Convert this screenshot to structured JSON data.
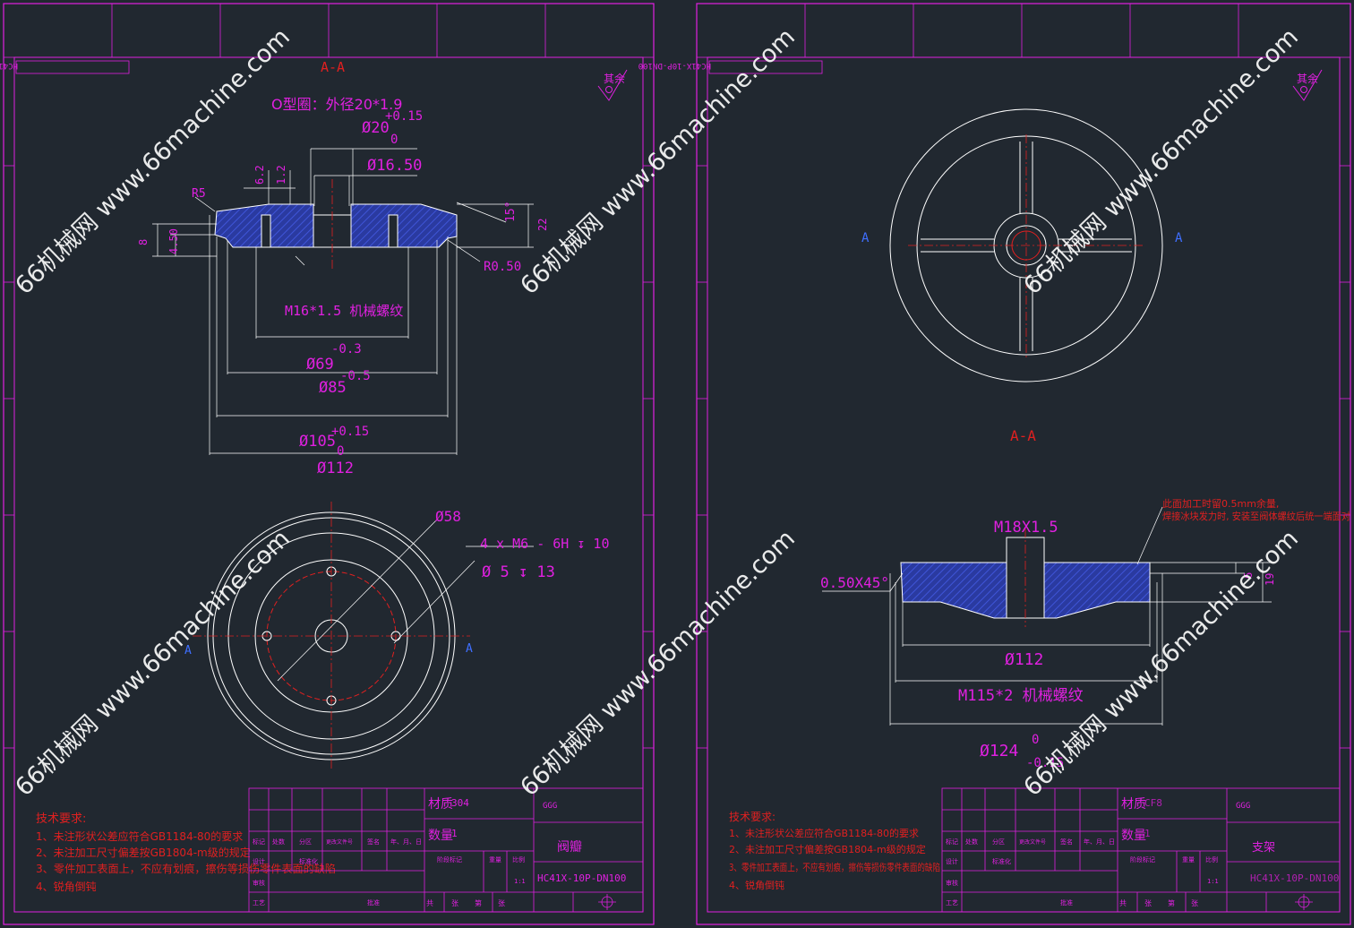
{
  "watermark": "66机械网 www.66machine.com",
  "left_sheet": {
    "section_label": "A-A",
    "title_stamp": "HC41X-10P-DN100",
    "o_ring_note": "O型圈：外径20*1.9",
    "roughness": "其余",
    "dims": {
      "d20": "Ø20",
      "d20_tol_up": "+0.15",
      "d20_tol_low": "0",
      "d16": "Ø16.50",
      "h62": "6.2",
      "h12": "1.2",
      "r5": "R5",
      "angle15": "15°",
      "h22": "22",
      "h8": "8",
      "h450": "4.50",
      "r050": "R0.50",
      "thread": "M16*1.5 机械螺纹",
      "d69": "Ø69",
      "d69_tol": "-0.3",
      "d85": "Ø85",
      "d85_tol": "-0.5",
      "d105": "Ø105",
      "d105_tol_up": "+0.15",
      "d105_tol_low": "0",
      "d112": "Ø112",
      "d58": "Ø58",
      "holes1": "4 x  M6 - 6H ↧ 10",
      "holes2": "Ø 5 ↧ 13",
      "arrow_a": "A"
    },
    "tech_title": "技术要求:",
    "tech": [
      "1、未注形状公差应符合GB1184-80的要求",
      "2、未注加工尺寸偏差按GB1804-m级的规定",
      "3、零件加工表面上，不应有划痕，擦伤等损伤零件表面的缺陷",
      "4、锐角倒钝"
    ],
    "title_block": {
      "material_label": "材质",
      "material": "304",
      "qty_label": "数量",
      "qty": "1",
      "part_name": "阀瓣",
      "drawing_no": "HC41X-10P-DN100",
      "company": "GGG",
      "scale": "1:1",
      "stage": "阶段标记",
      "weight": "重量",
      "ratio": "比例",
      "headers": [
        "标记",
        "处数",
        "分区",
        "更改文件号",
        "签名",
        "年、月、日"
      ],
      "roles": [
        "设计",
        "标准化",
        "审核",
        "工艺",
        "批准"
      ],
      "sheet": [
        "共",
        "张",
        "第",
        "张"
      ]
    }
  },
  "right_sheet": {
    "section_label": "A-A",
    "title_stamp": "HC41X-10P-DN100",
    "roughness": "其余",
    "arrow_a": "A",
    "dims": {
      "m18": "M18X1.5",
      "chamfer": "0.50X45°",
      "h6": "6",
      "h19": "19",
      "d112": "Ø112",
      "thread": "M115*2 机械螺纹",
      "d124": "Ø124",
      "d124_tol_up": "0",
      "d124_tol_low": "-0.15"
    },
    "note_red": [
      "此面加工时留0.5mm余量,",
      "焊接冰块发力时, 安装至阀体螺纹后统一端面对"
    ],
    "tech_title": "技术要求:",
    "tech": [
      "1、未注形状公差应符合GB1184-80的要求",
      "2、未注加工尺寸偏差按GB1804-m级的规定",
      "3、零件加工表面上，不应有划痕，擦伤等损伤零件表面的缺陷",
      "4、锐角倒钝"
    ],
    "title_block": {
      "material_label": "材质",
      "material": "CF8",
      "qty_label": "数量",
      "qty": "1",
      "part_name": "支架",
      "drawing_no": "HC41X-10P-DN100",
      "company": "GGG",
      "scale": "1:1",
      "stage": "阶段标记",
      "weight": "重量",
      "ratio": "比例",
      "headers": [
        "标记",
        "处数",
        "分区",
        "更改文件号",
        "签名",
        "年、月、日"
      ],
      "roles": [
        "设计",
        "标准化",
        "审核",
        "工艺",
        "批准"
      ],
      "sheet": [
        "共",
        "张",
        "第",
        "张"
      ]
    }
  }
}
